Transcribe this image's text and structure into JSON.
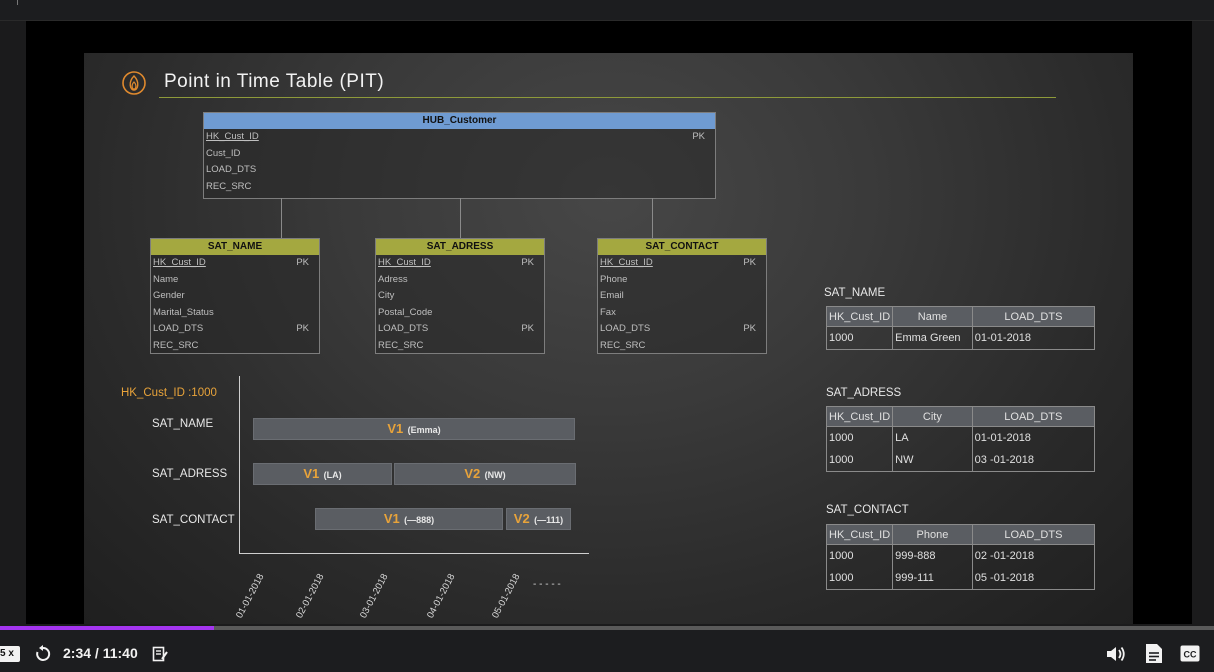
{
  "slide": {
    "title": "Point in Time Table (PIT)",
    "hub": {
      "name": "HUB_Customer",
      "color": "#6f9bd2",
      "rows": [
        {
          "field": "HK_Cust_ID",
          "key": "PK",
          "underline": true
        },
        {
          "field": "Cust_ID",
          "key": ""
        },
        {
          "field": "LOAD_DTS",
          "key": ""
        },
        {
          "field": "REC_SRC",
          "key": ""
        }
      ]
    },
    "satellites": [
      {
        "name": "SAT_NAME",
        "rows": [
          {
            "field": "HK_Cust_ID",
            "key": "PK"
          },
          {
            "field": "Name",
            "key": ""
          },
          {
            "field": "Gender",
            "key": ""
          },
          {
            "field": "Marital_Status",
            "key": ""
          },
          {
            "field": "LOAD_DTS",
            "key": "PK"
          },
          {
            "field": "REC_SRC",
            "key": ""
          }
        ]
      },
      {
        "name": "SAT_ADRESS",
        "rows": [
          {
            "field": "HK_Cust_ID",
            "key": "PK"
          },
          {
            "field": "Adress",
            "key": ""
          },
          {
            "field": "City",
            "key": ""
          },
          {
            "field": "Postal_Code",
            "key": ""
          },
          {
            "field": "LOAD_DTS",
            "key": "PK"
          },
          {
            "field": "REC_SRC",
            "key": ""
          }
        ]
      },
      {
        "name": "SAT_CONTACT",
        "rows": [
          {
            "field": "HK_Cust_ID",
            "key": "PK"
          },
          {
            "field": "Phone",
            "key": ""
          },
          {
            "field": "Email",
            "key": ""
          },
          {
            "field": "Fax",
            "key": ""
          },
          {
            "field": "LOAD_DTS",
            "key": "PK"
          },
          {
            "field": "REC_SRC",
            "key": ""
          }
        ]
      }
    ],
    "sat_color": "#a4a840",
    "timeline": {
      "key_label": "HK_Cust_ID :1000",
      "rows": [
        {
          "label": "SAT_NAME",
          "versions": [
            {
              "v": "V1",
              "note": "(Emma)"
            }
          ]
        },
        {
          "label": "SAT_ADRESS",
          "versions": [
            {
              "v": "V1",
              "note": "(LA)"
            },
            {
              "v": "V2",
              "note": "(NW)"
            }
          ]
        },
        {
          "label": "SAT_CONTACT",
          "versions": [
            {
              "v": "V1",
              "note": "(—888)"
            },
            {
              "v": "V2",
              "note": "(—111)"
            }
          ]
        }
      ],
      "dates": [
        "01-01-2018",
        "02-01-2018",
        "03-01-2018",
        "04-01-2018",
        "05-01-2018"
      ],
      "ellipsis": "- - - - -"
    },
    "data_tables": [
      {
        "title": "SAT_NAME",
        "headers": [
          "HK_Cust_ID",
          "Name",
          "LOAD_DTS"
        ],
        "rows": [
          [
            "1000",
            "Emma Green",
            "01-01-2018"
          ]
        ]
      },
      {
        "title": "SAT_ADRESS",
        "headers": [
          "HK_Cust_ID",
          "City",
          "LOAD_DTS"
        ],
        "rows": [
          [
            "1000",
            "LA",
            "01-01-2018"
          ],
          [
            "1000",
            "NW",
            "03 -01-2018"
          ]
        ]
      },
      {
        "title": "SAT_CONTACT",
        "headers": [
          "HK_Cust_ID",
          "Phone",
          "LOAD_DTS"
        ],
        "rows": [
          [
            "1000",
            "999-888",
            "02 -01-2018"
          ],
          [
            "1000",
            "999-111",
            "05 -01-2018"
          ]
        ]
      }
    ]
  },
  "player": {
    "speed": "5 x",
    "time": "2:34 / 11:40",
    "progress": 0.176,
    "progress_color": "#a435f0",
    "icons": [
      "rewind-icon",
      "notes-icon",
      "volume-icon",
      "transcript-icon",
      "captions-icon"
    ]
  }
}
